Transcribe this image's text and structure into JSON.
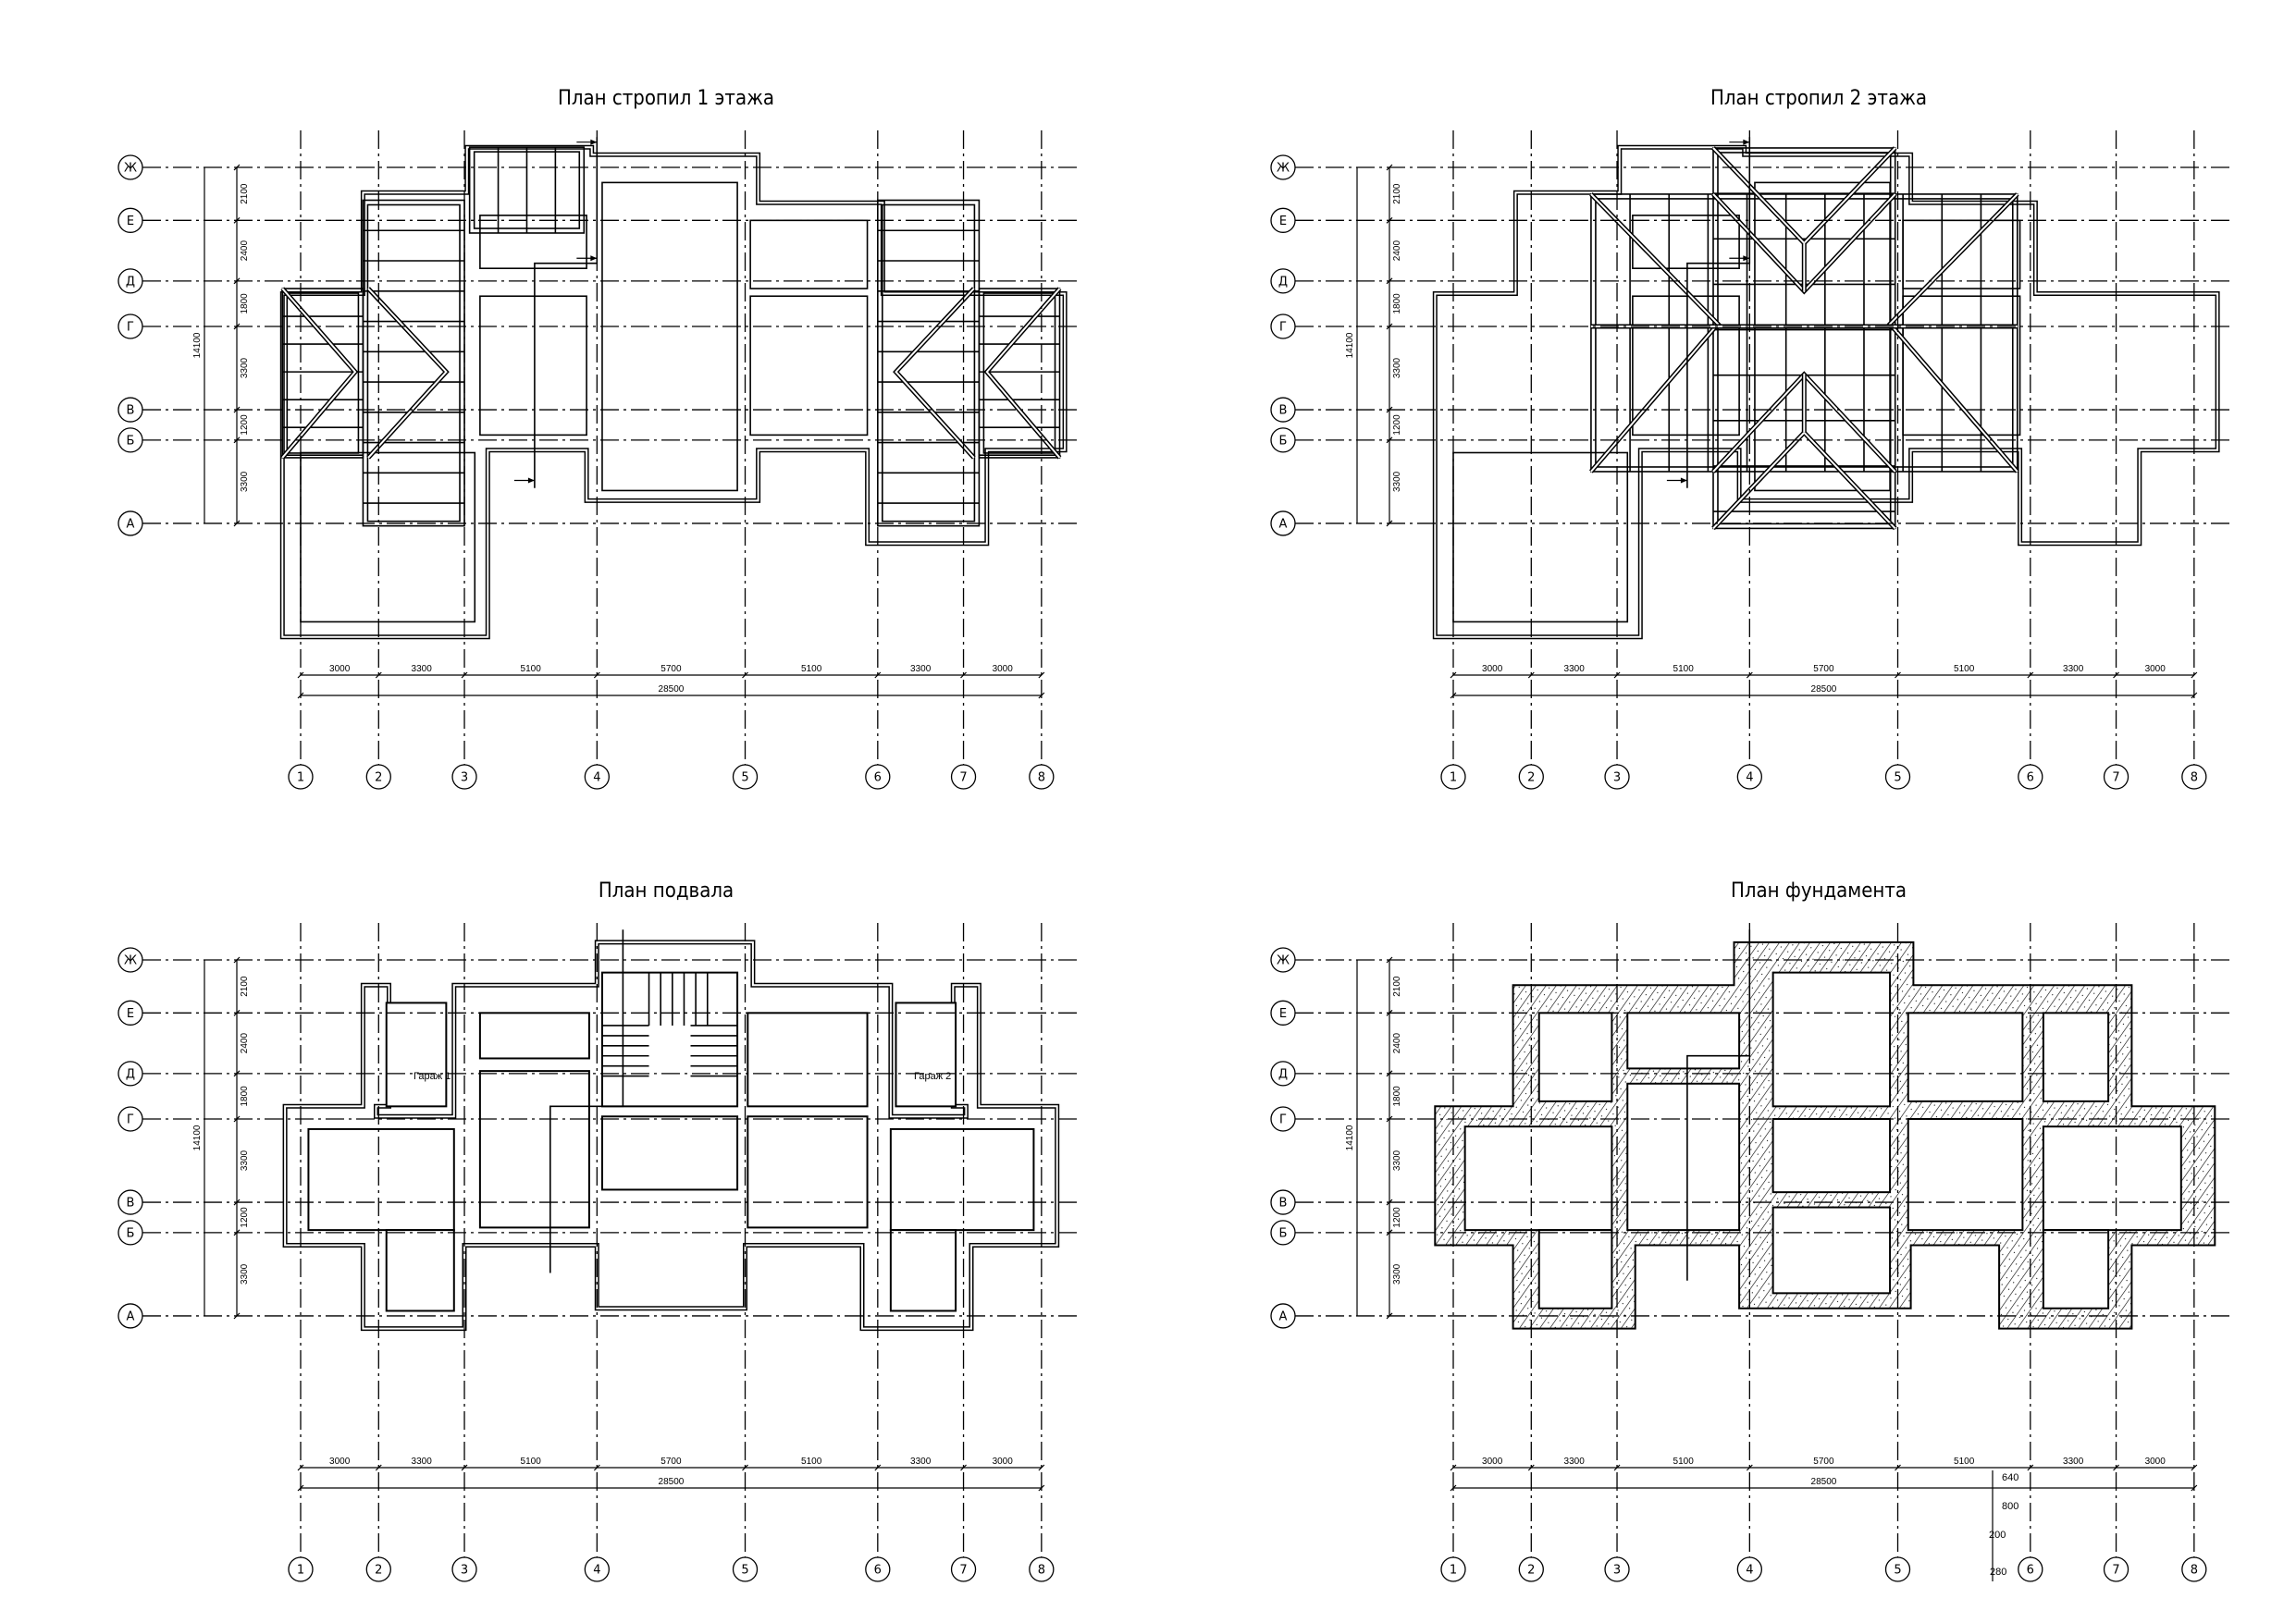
{
  "plans": [
    {
      "id": "rafters-1",
      "title": "План стропил 1 этажа"
    },
    {
      "id": "rafters-2",
      "title": "План стропил 2 этажа"
    },
    {
      "id": "basement",
      "title": "План подвала"
    },
    {
      "id": "foundation",
      "title": "План фундамента"
    }
  ],
  "grid": {
    "columns": [
      "1",
      "2",
      "3",
      "4",
      "5",
      "6",
      "7",
      "8"
    ],
    "rows": [
      "Ж",
      "Е",
      "Д",
      "Г",
      "В",
      "Б",
      "А"
    ],
    "column_spans": [
      "3000",
      "3300",
      "5100",
      "5700",
      "5100",
      "3300",
      "3000"
    ],
    "column_spans_mm": [
      3000,
      3300,
      5100,
      5700,
      5100,
      3300,
      3000
    ],
    "column_total": "28500",
    "row_spans": [
      "2100",
      "2400",
      "1800",
      "3300",
      "1200",
      "3300"
    ],
    "row_spans_mm": [
      2100,
      2400,
      1800,
      3300,
      1200,
      3300
    ],
    "row_total": "14100"
  },
  "basement": {
    "garage_1": "Гараж 1",
    "garage_2": "Гараж 2"
  },
  "foundation": {
    "dims": [
      "640",
      "800",
      "200",
      "280"
    ]
  },
  "colors": {
    "line": "#000000",
    "background": "#ffffff"
  }
}
